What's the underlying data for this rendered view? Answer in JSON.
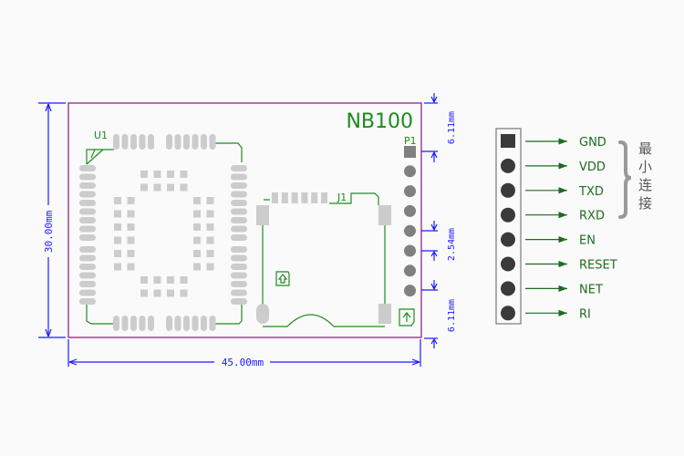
{
  "board": {
    "name": "NB100",
    "width_label": "45.00mm",
    "height_label": "30.00mm",
    "outline_color": "#a040a0",
    "dimension_color": "#1a1aff",
    "silkscreen_color": "#1e8c1e"
  },
  "dimensions": {
    "top_offset": "6.11mm",
    "pitch": "2.54mm",
    "bottom_offset": "6.11mm"
  },
  "components": {
    "u1_label": "U1",
    "j1_label": "J1",
    "p1_label": "P1"
  },
  "pinout": {
    "pins": [
      {
        "label": "GND",
        "shape": "square"
      },
      {
        "label": "VDD",
        "shape": "round"
      },
      {
        "label": "TXD",
        "shape": "round"
      },
      {
        "label": "RXD",
        "shape": "round"
      },
      {
        "label": "EN",
        "shape": "round"
      },
      {
        "label": "RESET",
        "shape": "round"
      },
      {
        "label": "NET",
        "shape": "round"
      },
      {
        "label": "RI",
        "shape": "round"
      }
    ],
    "bracket_note": [
      "最",
      "小",
      "连",
      "接"
    ],
    "bracket_note_meaning": "最小连接"
  }
}
